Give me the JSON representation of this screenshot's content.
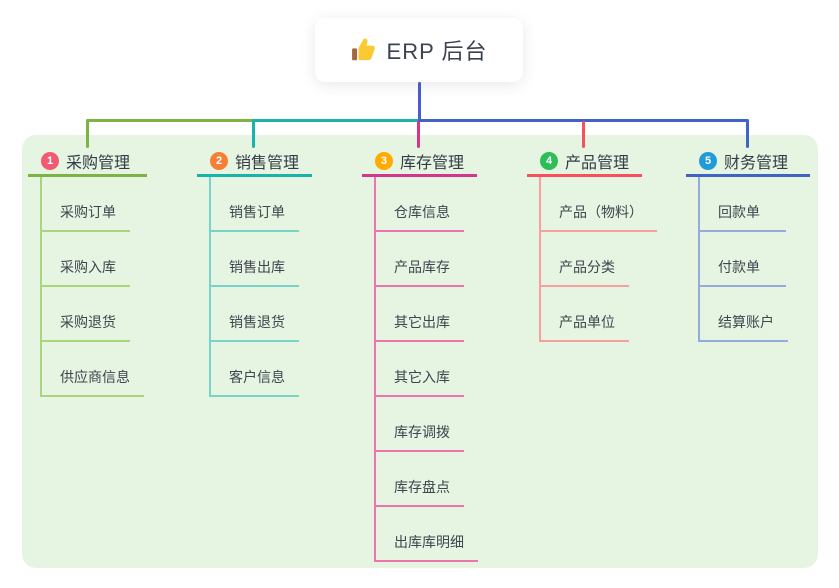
{
  "root": {
    "title": "ERP 后台",
    "icon": "thumbs-up-icon",
    "connector_color": "#4d5ad3"
  },
  "colors": {
    "canvas_background": "#ffffff",
    "panel_background": "#e6f4e2",
    "title_text": "#3b4350",
    "branch_label_text": "#343b46",
    "child_text": "#3e454e"
  },
  "branches": [
    {
      "badge": "1",
      "label": "采购管理",
      "badge_color": "#f15a71",
      "line_color": "#7cb342",
      "sub_line_color": "#a9d57f",
      "children": [
        "采购订单",
        "采购入库",
        "采购退货",
        "供应商信息"
      ]
    },
    {
      "badge": "2",
      "label": "销售管理",
      "badge_color": "#f77e35",
      "line_color": "#1ab3a8",
      "sub_line_color": "#79d3c8",
      "children": [
        "销售订单",
        "销售出库",
        "销售退货",
        "客户信息"
      ]
    },
    {
      "badge": "3",
      "label": "库存管理",
      "badge_color": "#ffab00",
      "line_color": "#d5368d",
      "sub_line_color": "#ee74ae",
      "children": [
        "仓库信息",
        "产品库存",
        "其它出库",
        "其它入库",
        "库存调拨",
        "库存盘点",
        "出库库明细"
      ]
    },
    {
      "badge": "4",
      "label": "产品管理",
      "badge_color": "#2ebd59",
      "line_color": "#f7525b",
      "sub_line_color": "#f8a09f",
      "children": [
        "产品（物料）",
        "产品分类",
        "产品单位"
      ]
    },
    {
      "badge": "5",
      "label": "财务管理",
      "badge_color": "#209bd8",
      "line_color": "#4164c4",
      "sub_line_color": "#96abdd",
      "children": [
        "回款单",
        "付款单",
        "结算账户"
      ]
    }
  ]
}
